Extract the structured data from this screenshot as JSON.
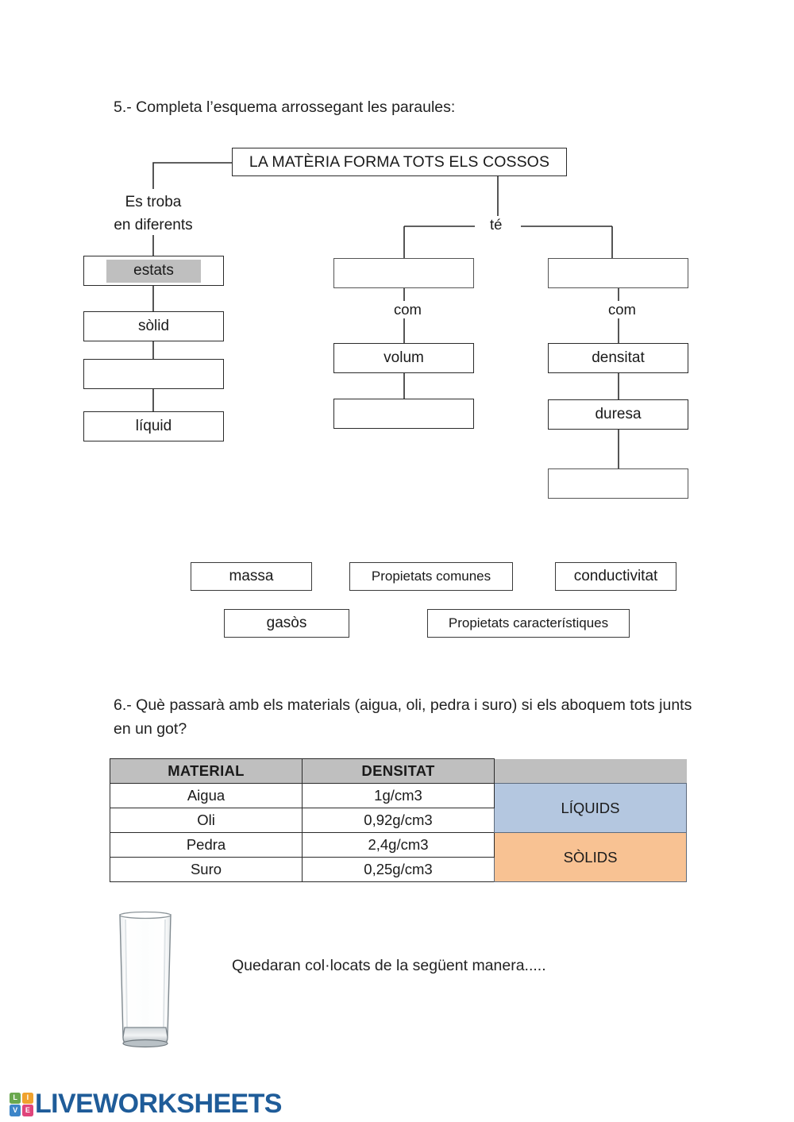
{
  "page": {
    "background": "#ffffff",
    "text_color": "#1a1a1a"
  },
  "question5": {
    "prompt": "5.- Completa l’esquema arrossegant les paraules:",
    "diagram": {
      "root": "LA MATÈRIA FORMA TOTS ELS COSSOS",
      "left_branch_label": "Es troba\nen diferents",
      "right_branch_label": "té",
      "edge_label_middle": "com",
      "edge_label_right": "com",
      "left_column": [
        {
          "text": "estats",
          "filled": true,
          "highlight_color": "#bfbfbf"
        },
        {
          "text": "sòlid",
          "filled": false
        },
        {
          "text": "",
          "filled": false
        },
        {
          "text": "líquid",
          "filled": false
        }
      ],
      "middle_column": [
        {
          "text": "",
          "filled": false
        },
        {
          "text": "volum",
          "filled": false
        },
        {
          "text": "",
          "filled": false
        }
      ],
      "right_column": [
        {
          "text": "",
          "filled": false
        },
        {
          "text": "densitat",
          "filled": false
        },
        {
          "text": "duresa",
          "filled": false
        },
        {
          "text": "",
          "filled": false
        }
      ]
    },
    "word_bank": [
      {
        "label": "massa"
      },
      {
        "label": "Propietats comunes"
      },
      {
        "label": "conductivitat"
      },
      {
        "label": "gasòs"
      },
      {
        "label": "Propietats característiques"
      }
    ]
  },
  "question6": {
    "prompt": "6.- Què passarà amb els materials (aigua, oli, pedra i suro) si els aboquem tots junts en un got?",
    "table": {
      "headers": [
        "MATERIAL",
        "DENSITAT"
      ],
      "header_bg": "#bfbfbf",
      "rows": [
        {
          "material": "Aigua",
          "densitat": "1g/cm3",
          "state": "LÍQUIDS",
          "state_bg": "#b4c7e0"
        },
        {
          "material": "Oli",
          "densitat": "0,92g/cm3",
          "state": "",
          "state_bg": "#b4c7e0"
        },
        {
          "material": "Pedra",
          "densitat": "2,4g/cm3",
          "state": "SÒLIDS",
          "state_bg": "#f8c293"
        },
        {
          "material": "Suro",
          "densitat": "0,25g/cm3",
          "state": "",
          "state_bg": "#f8c293"
        }
      ]
    },
    "answer_text": "Quedaran col·locats de la següent manera.....",
    "glass_image_alt": "drinking-glass"
  },
  "footer": {
    "logo_letters": [
      "LI",
      "VE"
    ],
    "logo_tiles": [
      {
        "letter": "L",
        "color": "#6aa84f"
      },
      {
        "letter": "I",
        "color": "#f0a22e"
      },
      {
        "letter": "V",
        "color": "#3d85c8"
      },
      {
        "letter": "E",
        "color": "#e0457b"
      }
    ],
    "wordmark": "LIVEWORKSHEETS",
    "wordmark_color": "#1f5c99"
  }
}
